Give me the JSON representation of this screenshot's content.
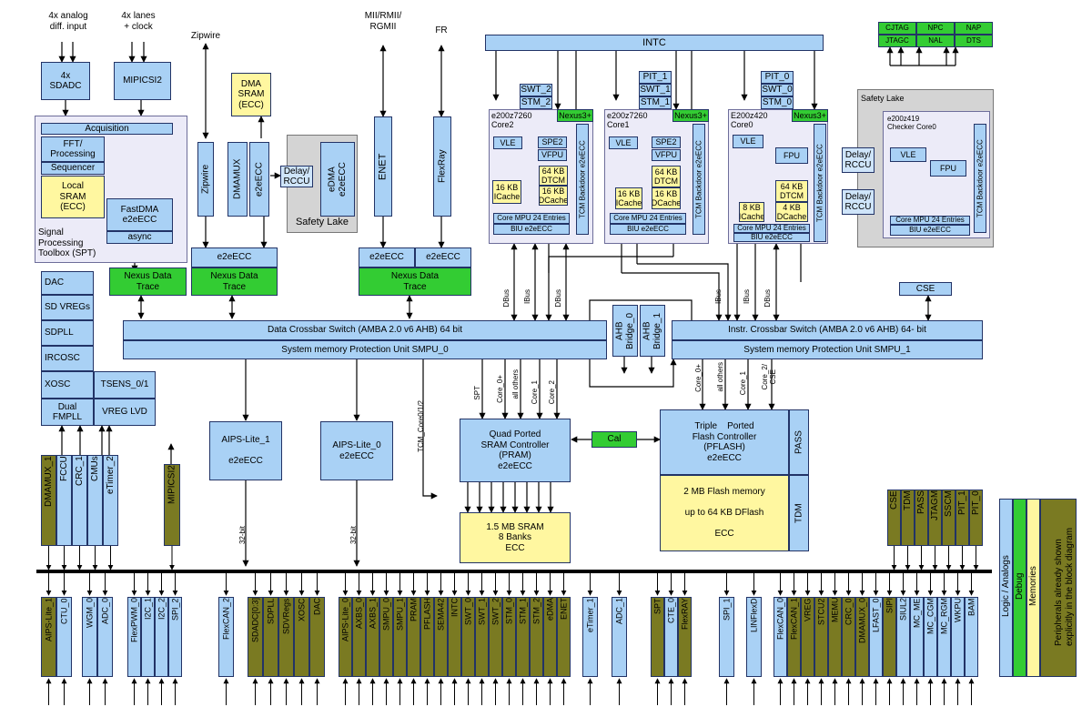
{
  "top_labels": {
    "adc_in": "4x analog\ndiff. input",
    "csi_in": "4x lanes\n+ clock",
    "zipwire": "Zipwire",
    "mii": "MII/RMII/\nRGMII",
    "fr": "FR"
  },
  "spt": {
    "sdadc": "4x\nSDADC",
    "mipicsi2": "MIPICSI2",
    "acquisition": "Acquisition",
    "fft": "FFT/\nProcessing",
    "sequencer": "Sequencer",
    "local_sram": "Local\nSRAM\n(ECC)",
    "fastdma": "FastDMA\ne2eECC",
    "async": "async",
    "title": "Signal\nProcessing\nToolbox (SPT)"
  },
  "dma": {
    "zipwire_blk": "Zipwire",
    "dma_sram": "DMA\nSRAM\n(ECC)",
    "dmamux": "DMAMUX",
    "e2eecc_v": "e2eECC",
    "delay_rccu": "Delay/\nRCCU",
    "edma": "eDMA\ne2eECC",
    "safety_lake": "Safety Lake",
    "e2eecc": "e2eECC"
  },
  "enet": {
    "enet": "ENET",
    "flexray": "FlexRay",
    "e2eecc_a": "e2eECC",
    "e2eecc_b": "e2eECC"
  },
  "nexus_trace": "Nexus Data\nTrace",
  "analog": {
    "dac": "DAC",
    "sdvregs": "SD VREGs",
    "sdpll": "SDPLL",
    "irc": "IRCOSC",
    "xosc": "XOSC",
    "tsens": "TSENS_0/1",
    "dualfmpll": "Dual\nFMPLL",
    "vreg_lvd": "VREG LVD"
  },
  "intc": "INTC",
  "cores": {
    "core2": {
      "swt": "SWT_2",
      "stm": "STM_2",
      "name": "e200z7260\nCore2",
      "nexus": "Nexus3+",
      "vle": "VLE",
      "spe": "SPE2",
      "vfpu": "VFPU",
      "icache": "16 KB\nICache",
      "dtcm": "64 KB\nDTCM",
      "dcache": "16 KB\nDCache",
      "mpu": "Core MPU 24 Entries",
      "biu": "BIU e2eECC",
      "tcm": "TCM Backdoor e2eECC"
    },
    "core1": {
      "pit": "PIT_1",
      "swt": "SWT_1",
      "stm": "STM_1",
      "name": "e200z7260\nCore1",
      "nexus": "Nexus3+",
      "vle": "VLE",
      "spe": "SPE2",
      "vfpu": "VFPU",
      "icache": "16 KB\nICache",
      "dtcm": "64 KB\nDTCM",
      "dcache": "16 KB\nDCache",
      "mpu": "Core MPU 24 Entries",
      "biu": "BIU e2eECC",
      "tcm": "TCM Backdoor e2eECC"
    },
    "core0": {
      "pit": "PIT_0",
      "swt": "SWT_0",
      "stm": "STM_0",
      "name": "E200z420\nCore0",
      "nexus": "Nexus3+",
      "vle": "VLE",
      "fpu": "FPU",
      "icache": "8 KB\nICache",
      "dtcm": "64 KB\nDTCM",
      "dcache": "4 KB\nDCache",
      "mpu": "Core MPU 24 Entries",
      "biu": "BIU e2eECC",
      "tcm": "TCM Backdoor e2eECC"
    },
    "checker": {
      "lake": "Safety Lake",
      "name": "e200z419\nChecker Core0",
      "vle": "VLE",
      "fpu": "FPU",
      "mpu": "Core MPU 24 Entries",
      "biu": "BIU e2eECC",
      "tcm": "TCM Backdoor e2eECC",
      "delay1": "Delay/\nRCCU",
      "delay2": "Delay/\nRCCU"
    }
  },
  "debug_box": [
    "CJTAG",
    "NPC",
    "NAP",
    "JTAGC",
    "NAL",
    "DTS"
  ],
  "bus_labels": {
    "dbus1": "DBus",
    "ibus1": "IBus",
    "dbus2": "DBus",
    "ibus2": "IBus",
    "ibus3": "IBus",
    "dbus3": "DBus"
  },
  "crossbar": {
    "dxbar": "Data Crossbar Switch (AMBA 2.0 v6 AHB) 64 bit",
    "smpu0": "System memory Protection Unit SMPU_0",
    "ixbar": "Instr. Crossbar Switch (AMBA 2.0 v6 AHB) 64- bit",
    "smpu1": "System memory Protection Unit SMPU_1",
    "ahb0": "AHB\nBridge_0",
    "ahb1": "AHB\nBridge_1",
    "cse": "CSE"
  },
  "port_labels": {
    "spt": "SPT",
    "core0plus": "Core_0+",
    "allothers": "all others",
    "core1": "Core_1",
    "core2": "Core_2",
    "tcm": "TCM_Core0/1/2",
    "f_core0plus": "Core_0+",
    "f_allothers": "all others",
    "f_core1": "Core_1",
    "f_core2": "Core_2/\nCSE"
  },
  "aips1": {
    "name": "AIPS-Lite_1\n\ne2eECC",
    "bits": "32-bit"
  },
  "aips0": {
    "name": "AIPS-Lite_0\ne2eECC",
    "bits": "32-bit"
  },
  "sram_ctrl": "Quad Ported\nSRAM Controller\n(PRAM)\ne2eECC",
  "sram": "1.5 MB SRAM\n8 Banks\nECC",
  "cal": "Cal",
  "flash_ctrl": "Triple    Ported\nFlash Controller\n(PFLASH)\ne2eECC",
  "flash_mem": "2 MB Flash memory\n\nup to 64 KB DFlash\n\nECC",
  "pass": "PASS",
  "tdm": "TDM",
  "upper_periph": {
    "left": [
      "DMAMUX_1",
      "FCCU",
      "CRC_1",
      "CMUs",
      "eTimer_2"
    ],
    "mipicsi2": "MIPICSI2",
    "right": [
      "CSE",
      "TDM",
      "PASS",
      "JTAGM",
      "SSCM",
      "PIT_1",
      "PIT_0"
    ]
  },
  "lower_periph": {
    "g1": [
      "AIPS-Lite_1",
      "CTU_0"
    ],
    "g2": [
      "WGM_0",
      "ADC_0"
    ],
    "g3": [
      "FlexPWM_0",
      "I2C_1",
      "I2C_2",
      "SPI_2"
    ],
    "g4": [
      "FlexCAN_2"
    ],
    "g5": [
      "SDADC[0:3]",
      "SDPLL",
      "SDVRegs",
      "XOSC",
      "DAC"
    ],
    "g6": [
      "AIPS-Lite_0",
      "AXBS_0",
      "AXBS_1",
      "SMPU_0",
      "SMPU_1",
      "PRAM",
      "PFLASH",
      "SEMA42",
      "INTC",
      "SWT_0",
      "SWT_1",
      "SWT_2",
      "STM_0",
      "STM_1",
      "STM_2",
      "eDMA",
      "ENET"
    ],
    "g7": [
      "eTimer_1"
    ],
    "g8": [
      "ADC_1"
    ],
    "g9": [
      "SPT",
      "CTE_0",
      "FlexRAY"
    ],
    "g10": [
      "SPI_1"
    ],
    "g11": [
      "LINFlexD"
    ],
    "g12": [
      "FlexCAN_0",
      "FlexCAN_1",
      "VREG",
      "STCU2",
      "MEMU",
      "CRC_0",
      "DMAMUX_0",
      "LFAST_0",
      "SIPI",
      "SIUL2",
      "MC_ME",
      "MC_CGM",
      "MC_RGM",
      "WKPU",
      "BAM"
    ]
  },
  "legend": {
    "items": [
      "Logic / Analogs",
      "Debug",
      "Memories",
      "Peripherals already shown\nexplicitly in the block diagram"
    ],
    "colors": [
      "#a9d1f5",
      "#33cc33",
      "#fff7a0",
      "#7a7a22"
    ]
  }
}
